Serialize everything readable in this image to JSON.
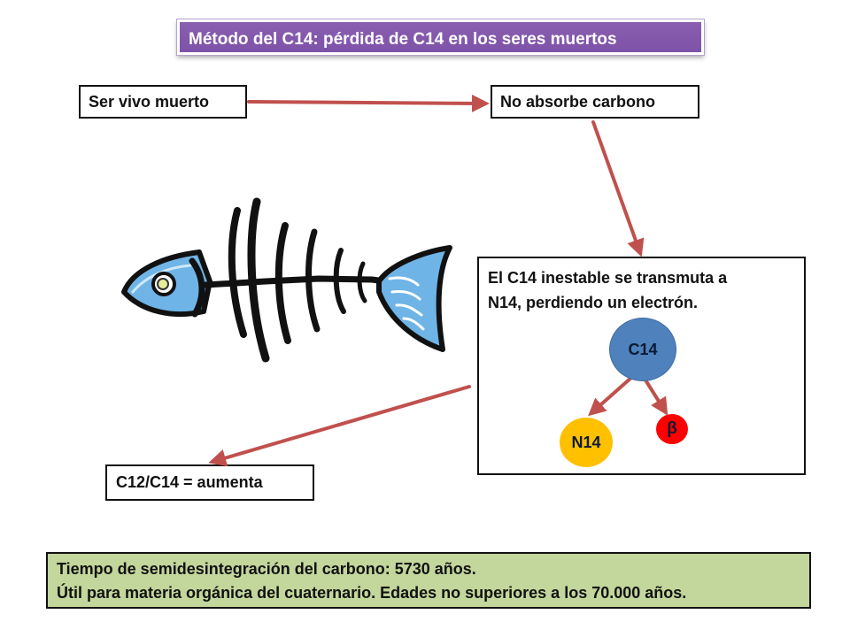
{
  "title": "Método del C14: pérdida de C14 en los seres muertos",
  "boxes": {
    "dead": "Ser vivo muerto",
    "no_absorb": "No absorbe carbono",
    "transmute_line1": "El C14 inestable se transmuta a",
    "transmute_line2": "N14, perdiendo un electrón.",
    "ratio": "C12/C14 = aumenta"
  },
  "decay": {
    "parent": "C14",
    "daughter": "N14",
    "particle": "β"
  },
  "footer": {
    "line1": "Tiempo de semidesintegración del carbono: 5730 años.",
    "line2": "Útil para materia orgánica del cuaternario. Edades no superiores a los 70.000 años."
  },
  "colors": {
    "title_bg": "#8064a2",
    "arrow": "#c0504d",
    "c14": "#4f81bd",
    "n14": "#ffc000",
    "beta": "#ff0000",
    "footer_bg": "#c3d69b"
  },
  "icons": [
    "fish-skeleton-icon"
  ]
}
